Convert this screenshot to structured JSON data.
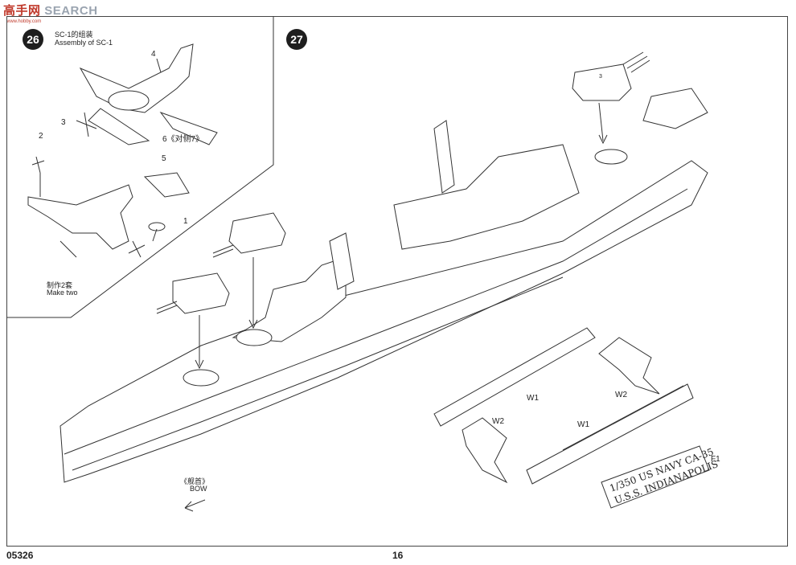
{
  "watermark": {
    "part_a": "高手网",
    "part_b": "SEARCH",
    "sub": "www.hobby.com"
  },
  "step26": {
    "number": "26",
    "title_cn": "SC-1的组装",
    "title_en": "Assembly of SC-1",
    "parts": [
      "4",
      "3",
      "6《对侧7》",
      "2",
      "5",
      "1"
    ],
    "make_cn": "制作2套",
    "make_en": "Make two"
  },
  "step27": {
    "number": "27",
    "turret_part": "3",
    "labels": {
      "w1_top": "W1",
      "w2_top": "W2",
      "w2_bottom": "W2",
      "w1_bottom": "W1",
      "f1": "F1"
    },
    "bow_cn": "《舰首》",
    "bow_en": "BOW",
    "plaque_line1": "1/350 US NAVY CA-35",
    "plaque_line2": "U.S.S. INDIANAPOLIS"
  },
  "footer": {
    "code": "05326",
    "page": "16"
  }
}
